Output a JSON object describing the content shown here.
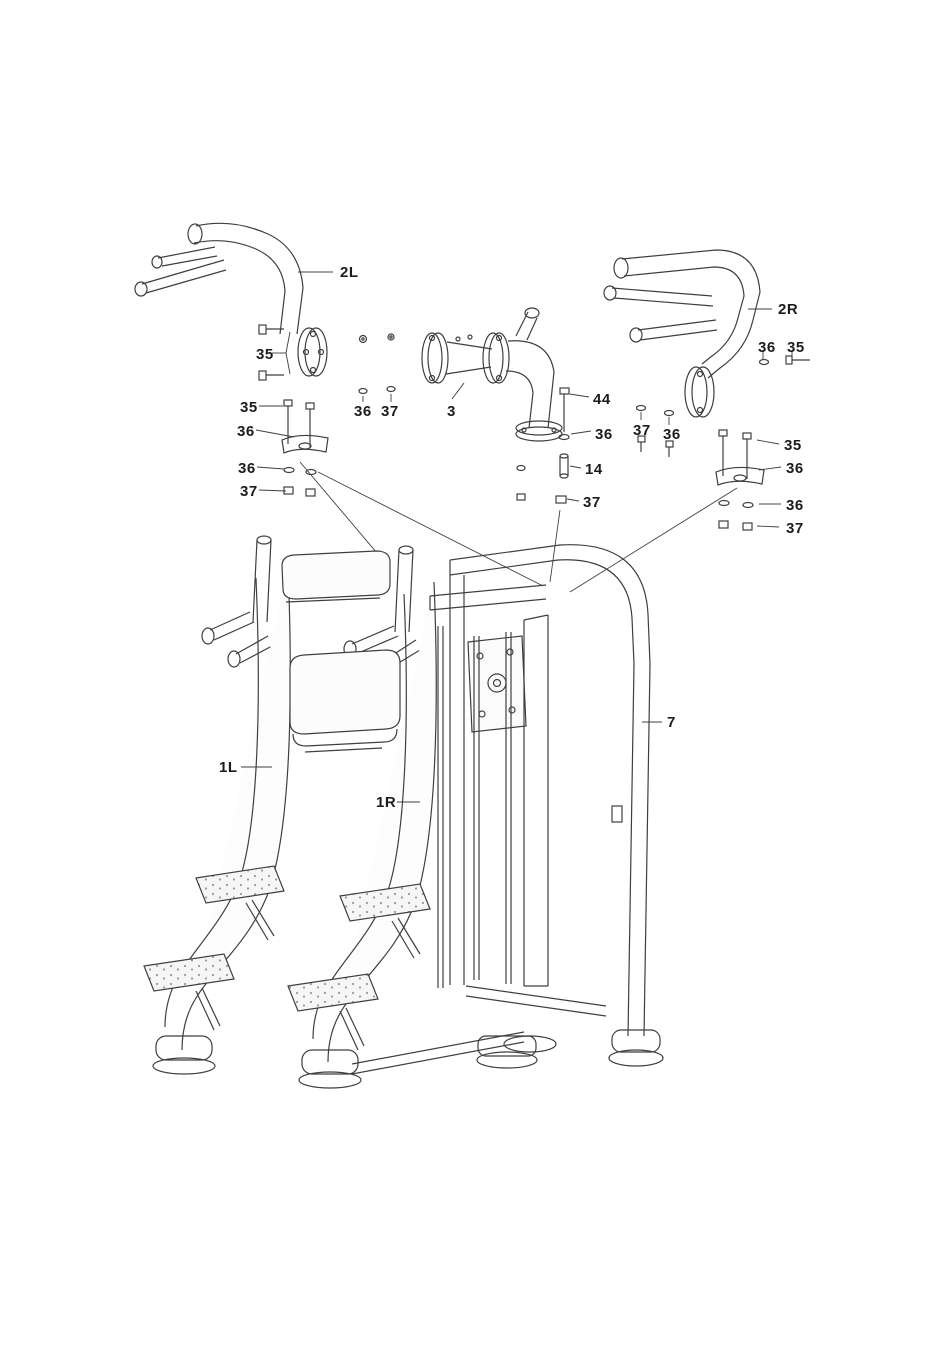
{
  "page": {
    "background": "#ffffff",
    "line_color": "#3f3f3f",
    "label_color": "#1c1c1c"
  },
  "diagram": {
    "type": "exploded-assembly-line-drawing",
    "labels": [
      {
        "text": "2L"
      },
      {
        "text": "2R"
      },
      {
        "text": "35"
      },
      {
        "text": "36"
      },
      {
        "text": "35"
      },
      {
        "text": "35"
      },
      {
        "text": "36"
      },
      {
        "text": "36"
      },
      {
        "text": "37"
      },
      {
        "text": "3"
      },
      {
        "text": "44"
      },
      {
        "text": "36"
      },
      {
        "text": "37"
      },
      {
        "text": "36"
      },
      {
        "text": "35"
      },
      {
        "text": "36"
      },
      {
        "text": "36"
      },
      {
        "text": "37"
      },
      {
        "text": "14"
      },
      {
        "text": "37"
      },
      {
        "text": "36"
      },
      {
        "text": "37"
      },
      {
        "text": "7"
      },
      {
        "text": "1L"
      },
      {
        "text": "1R"
      }
    ]
  }
}
